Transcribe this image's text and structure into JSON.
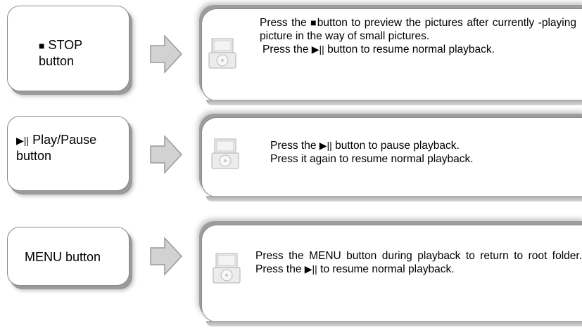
{
  "sections": [
    {
      "button": {
        "symbol": "■",
        "text": "STOP",
        "sub": "button"
      },
      "desc": {
        "line1_pre": "Press the ",
        "line1_sym": "■",
        "line1_post": "button to preview the pictures after currently -playing picture in the way of small pictures.",
        "line2_pre": "Press the ",
        "line2_sym": "▶||",
        "line2_post": " button to resume normal playback."
      }
    },
    {
      "button": {
        "symbol": "▶||",
        "text": "Play/Pause",
        "sub": "button"
      },
      "desc": {
        "line1_pre": "Press the ",
        "line1_sym": "▶||",
        "line1_post": " button to pause playback.",
        "line2": "Press it again to resume normal playback."
      }
    },
    {
      "button": {
        "text": "MENU button"
      },
      "desc": {
        "pre": "Press the MENU button during playback to return to root folder. Press the ",
        "sym": "▶||",
        "post": " to resume normal playback."
      }
    }
  ],
  "icons": {
    "arrow": "right-arrow-icon",
    "player": "dvd-player-icon"
  },
  "colors": {
    "arrow_fill": "#cfcfcf",
    "border": "#8a8a8a",
    "shadow": "#9a9a9a"
  }
}
